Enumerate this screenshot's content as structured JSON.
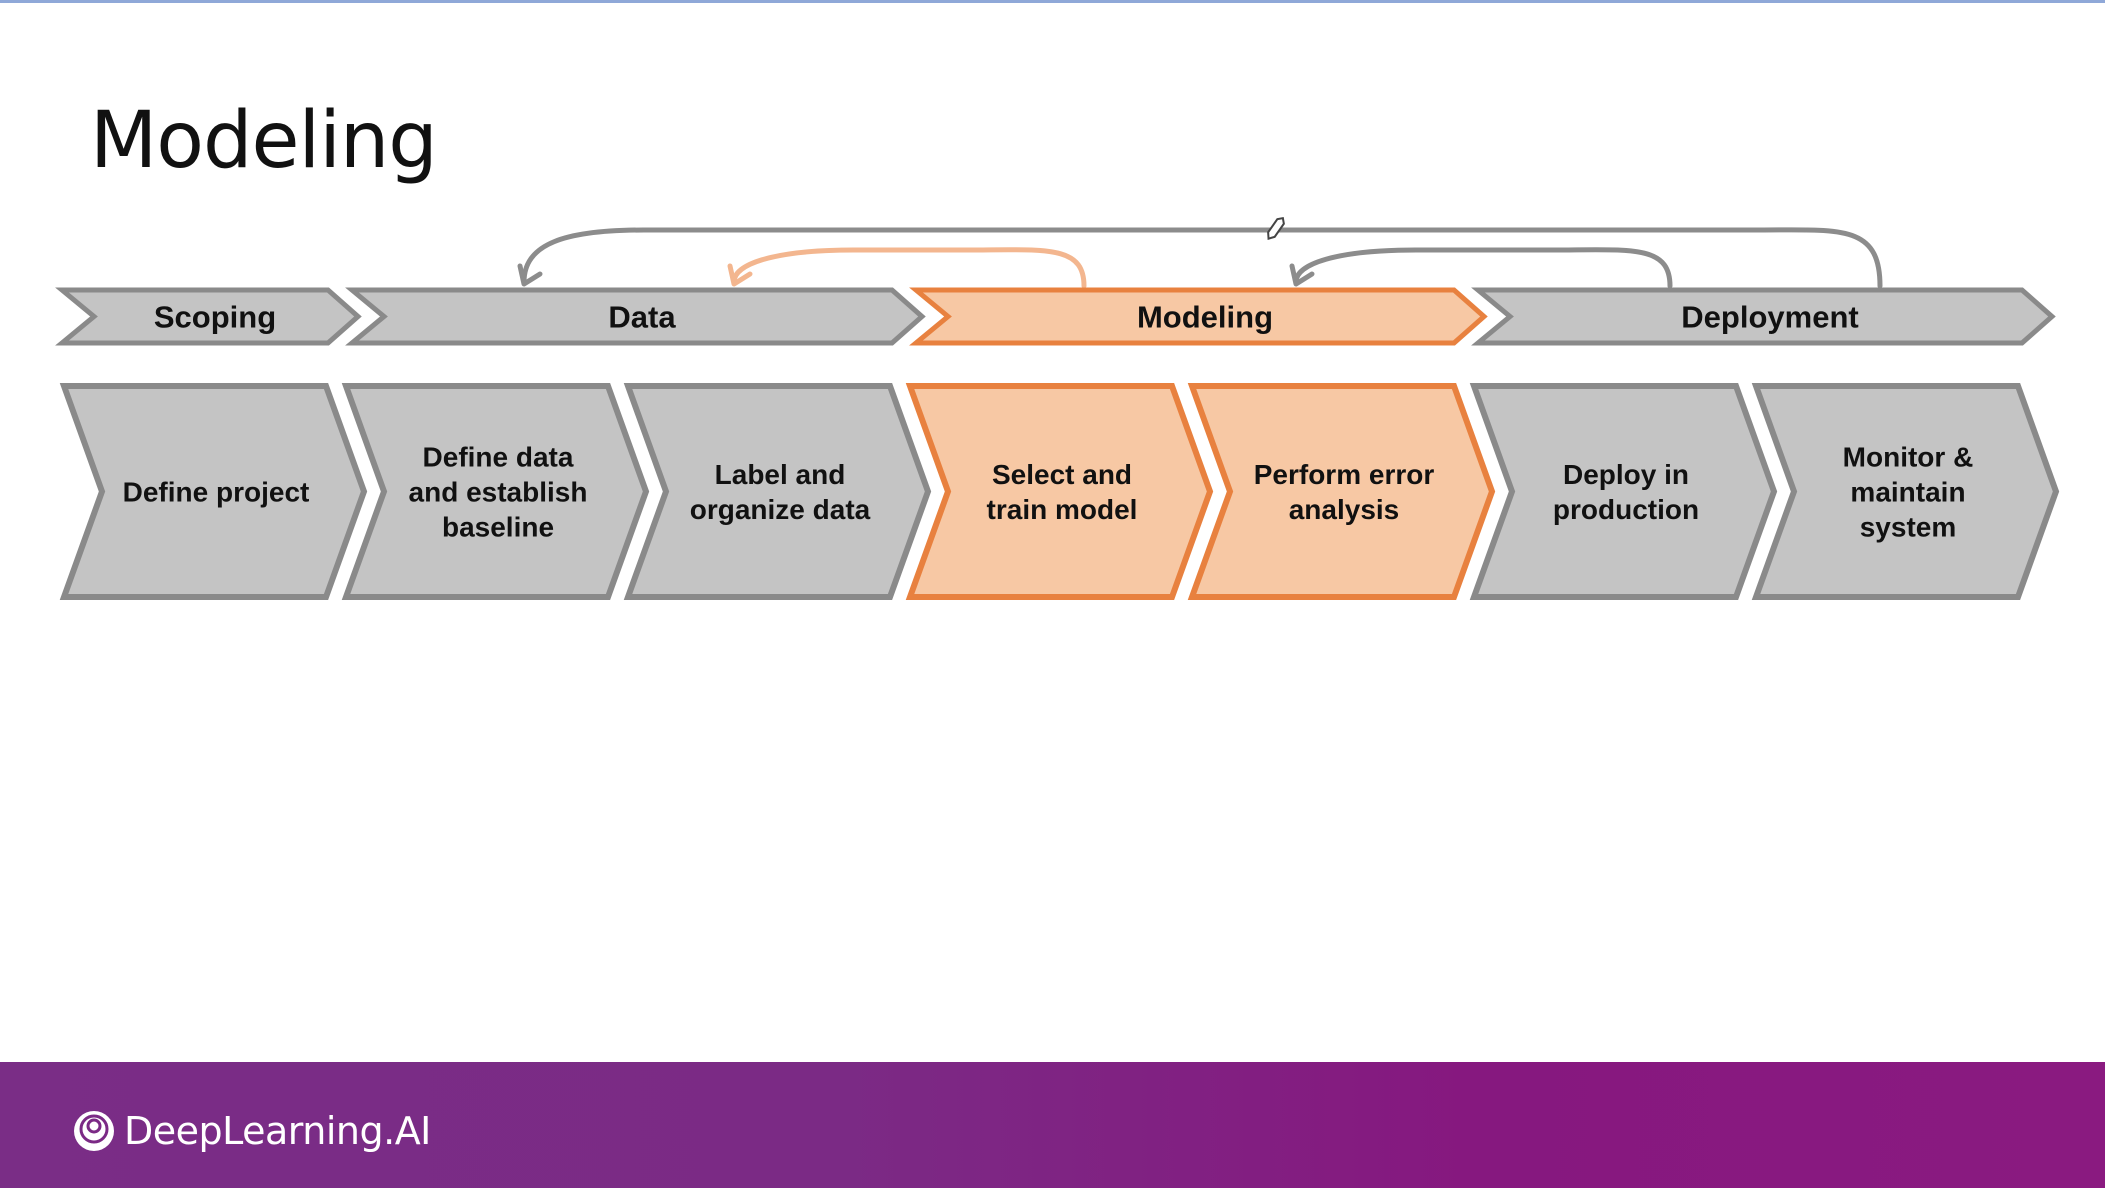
{
  "slide": {
    "title": "Modeling",
    "logo_text": "DeepLearning.AI"
  },
  "phases": [
    {
      "label": "Scoping",
      "highlight": false
    },
    {
      "label": "Data",
      "highlight": false
    },
    {
      "label": "Modeling",
      "highlight": true
    },
    {
      "label": "Deployment",
      "highlight": false
    }
  ],
  "steps": [
    {
      "lines": [
        "Define project"
      ],
      "highlight": false
    },
    {
      "lines": [
        "Define data",
        "and establish",
        "baseline"
      ],
      "highlight": false
    },
    {
      "lines": [
        "Label and",
        "organize data"
      ],
      "highlight": false
    },
    {
      "lines": [
        "Select and",
        "train model"
      ],
      "highlight": true
    },
    {
      "lines": [
        "Perform error",
        "analysis"
      ],
      "highlight": true
    },
    {
      "lines": [
        "Deploy in",
        "production"
      ],
      "highlight": false
    },
    {
      "lines": [
        "Monitor &",
        "maintain",
        "system"
      ],
      "highlight": false
    }
  ],
  "feedback_arrows": [
    {
      "from": "Deployment",
      "to": "Data",
      "color": "#8c8c8c"
    },
    {
      "from": "Modeling",
      "to": "Data",
      "color": "#f3b68f"
    },
    {
      "from": "Deployment",
      "to": "Modeling",
      "color": "#8c8c8c"
    }
  ],
  "colors": {
    "gray_fill": "#c4c4c4",
    "gray_stroke": "#8a8a8a",
    "orange_fill": "#f7c8a4",
    "orange_stroke": "#e8813f",
    "footer": "#7b2a85"
  }
}
